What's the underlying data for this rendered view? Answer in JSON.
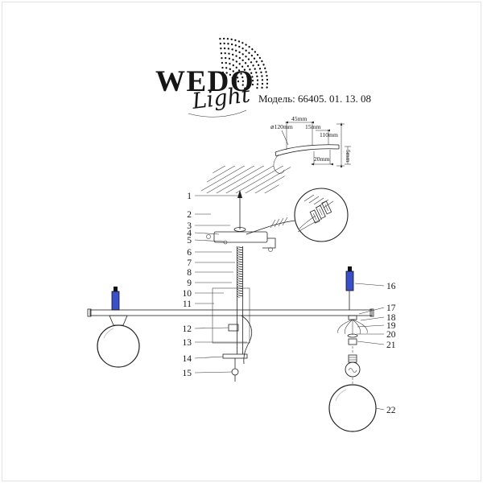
{
  "brand": {
    "logo_main": "WEDO",
    "logo_script": "Light",
    "model_label": "Модель: 66405. 01. 13. 08"
  },
  "dimensions": {
    "d120": "⌀120mm",
    "d45": "45mm",
    "d15": "15mm",
    "d110": "110mm",
    "d20": "20mm",
    "d5": "5mm"
  },
  "callouts_left": [
    "1",
    "2",
    "3",
    "4",
    "5",
    "6",
    "7",
    "8",
    "9",
    "10",
    "11",
    "12",
    "13",
    "14",
    "15"
  ],
  "callouts_right": [
    "16",
    "17",
    "18",
    "19",
    "20",
    "21",
    "22"
  ],
  "colors": {
    "accent_blue": "#3a50c9",
    "ink": "#161616"
  }
}
